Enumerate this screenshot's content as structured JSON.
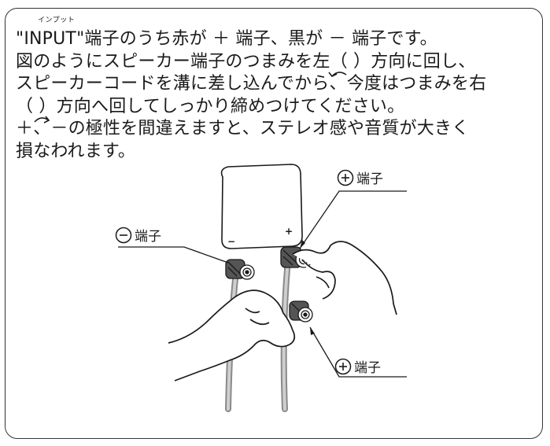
{
  "ruby": "インプット",
  "lines": [
    "\"INPUT\"端子のうち赤が ＋ 端子、黒が － 端子です。",
    "図のようにスピーカー端子のつまみを左（ ）方向に回し、",
    "スピーカーコードを溝に差し込んでから、今度はつまみを右",
    "（ ）方向へ回してしっかり締めつけてください。",
    "＋、－の極性を間違えますと、ステレオ感や音質が大きく",
    "損なわれます。"
  ],
  "illustration": {
    "panel_plus": "+",
    "panel_minus": "−",
    "label_minus_terminal": "端子",
    "label_plus_terminal_top": "端子",
    "label_plus_terminal_bottom": "端子"
  }
}
